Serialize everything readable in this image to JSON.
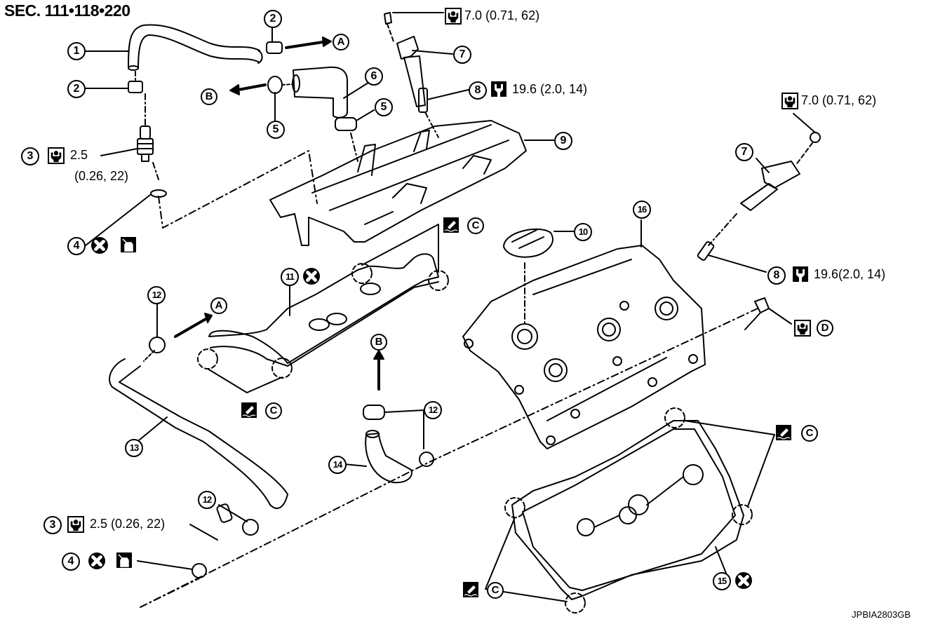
{
  "header": {
    "section": "SEC. 111•118•220"
  },
  "footer": {
    "image_code": "JPBIA2803GB"
  },
  "callouts": [
    {
      "id": "1",
      "part": "hose"
    },
    {
      "id": "2",
      "part": "clamp"
    },
    {
      "id": "3",
      "part": "PCV valve"
    },
    {
      "id": "4",
      "part": "O-ring"
    },
    {
      "id": "5",
      "part": "clamp"
    },
    {
      "id": "6",
      "part": "hose"
    },
    {
      "id": "7",
      "part": "ignition coil"
    },
    {
      "id": "8",
      "part": "spark plug"
    },
    {
      "id": "9",
      "part": "ignition coil cover"
    },
    {
      "id": "10",
      "part": "oil filler cap"
    },
    {
      "id": "11",
      "part": "gasket"
    },
    {
      "id": "12",
      "part": "clamp"
    },
    {
      "id": "13",
      "part": "hose"
    },
    {
      "id": "14",
      "part": "hose"
    },
    {
      "id": "15",
      "part": "gasket"
    },
    {
      "id": "16",
      "part": "rocker cover"
    }
  ],
  "labels": {
    "c1": "1",
    "c2": "2",
    "c3": "3",
    "c4": "4",
    "c5": "5",
    "c6": "6",
    "c7": "7",
    "c8": "8",
    "c9": "9",
    "c10": "10",
    "c11": "11",
    "c12": "12",
    "c13": "13",
    "c14": "14",
    "c15": "15",
    "c16": "16",
    "A": "A",
    "B": "B",
    "C": "C",
    "D": "D"
  },
  "torques": {
    "coil_bolt_top": "7.0 (0.71, 62)",
    "plug_top": "19.6 (2.0, 14)",
    "coil_bolt_right": "7.0 (0.71, 62)",
    "plug_right": "19.6(2.0, 14)",
    "pcv_top_line1": "2.5",
    "pcv_top_line2": "(0.26, 22)",
    "pcv_bottom": "2.5 (0.26, 22)"
  },
  "symbols": {
    "tighten": "torque-wrench-symbol",
    "spanner": "spanner-symbol",
    "replace": "do-not-reuse-x",
    "oil": "apply-engine-oil",
    "sealant": "apply-liquid-gasket"
  }
}
